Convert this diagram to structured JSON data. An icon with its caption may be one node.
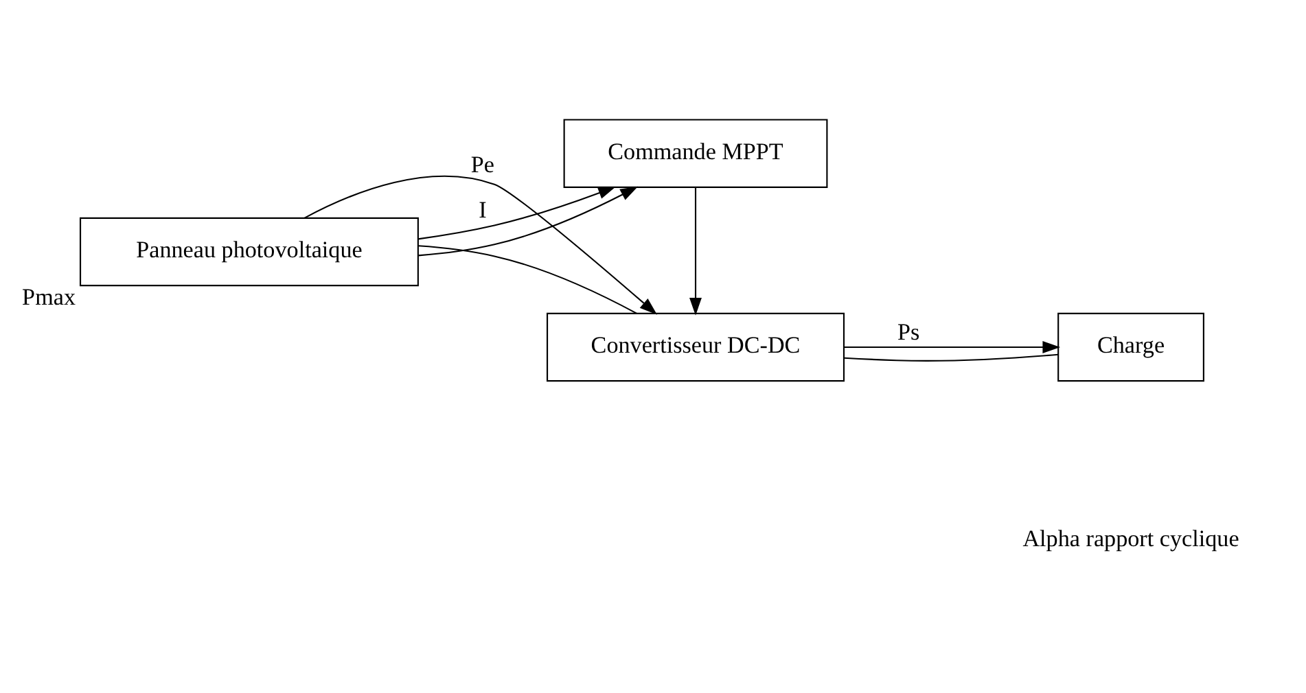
{
  "diagram": {
    "nodes": [
      {
        "text": [
          "Panneau photovoltaique"
        ],
        "beside": [
          "Pmax"
        ]
      },
      {
        "text": [
          "Convertisseur DC-DC"
        ]
      },
      {
        "text": [
          "Charge"
        ]
      },
      {
        "text": [
          "Commande MPPT"
        ]
      }
    ],
    "edges": [
      {
        "from": 0,
        "to": 1,
        "arrow": "to",
        "label": "Pe"
      },
      {
        "from": 0,
        "to": 1,
        "arrow": "none"
      },
      {
        "from": 1,
        "to": 2,
        "arrow": "to",
        "label": "Ps"
      },
      {
        "from": 1,
        "to": 2,
        "arrow": "none"
      },
      {
        "from": 0,
        "to": 3,
        "arrow": "to",
        "label": "I"
      },
      {
        "from": 0,
        "to": 3,
        "arrow": "to"
      },
      {
        "from": 3,
        "to": 1,
        "arrow": "to"
      }
    ],
    "labels": [
      "Alpha rapport cyclique"
    ]
  }
}
